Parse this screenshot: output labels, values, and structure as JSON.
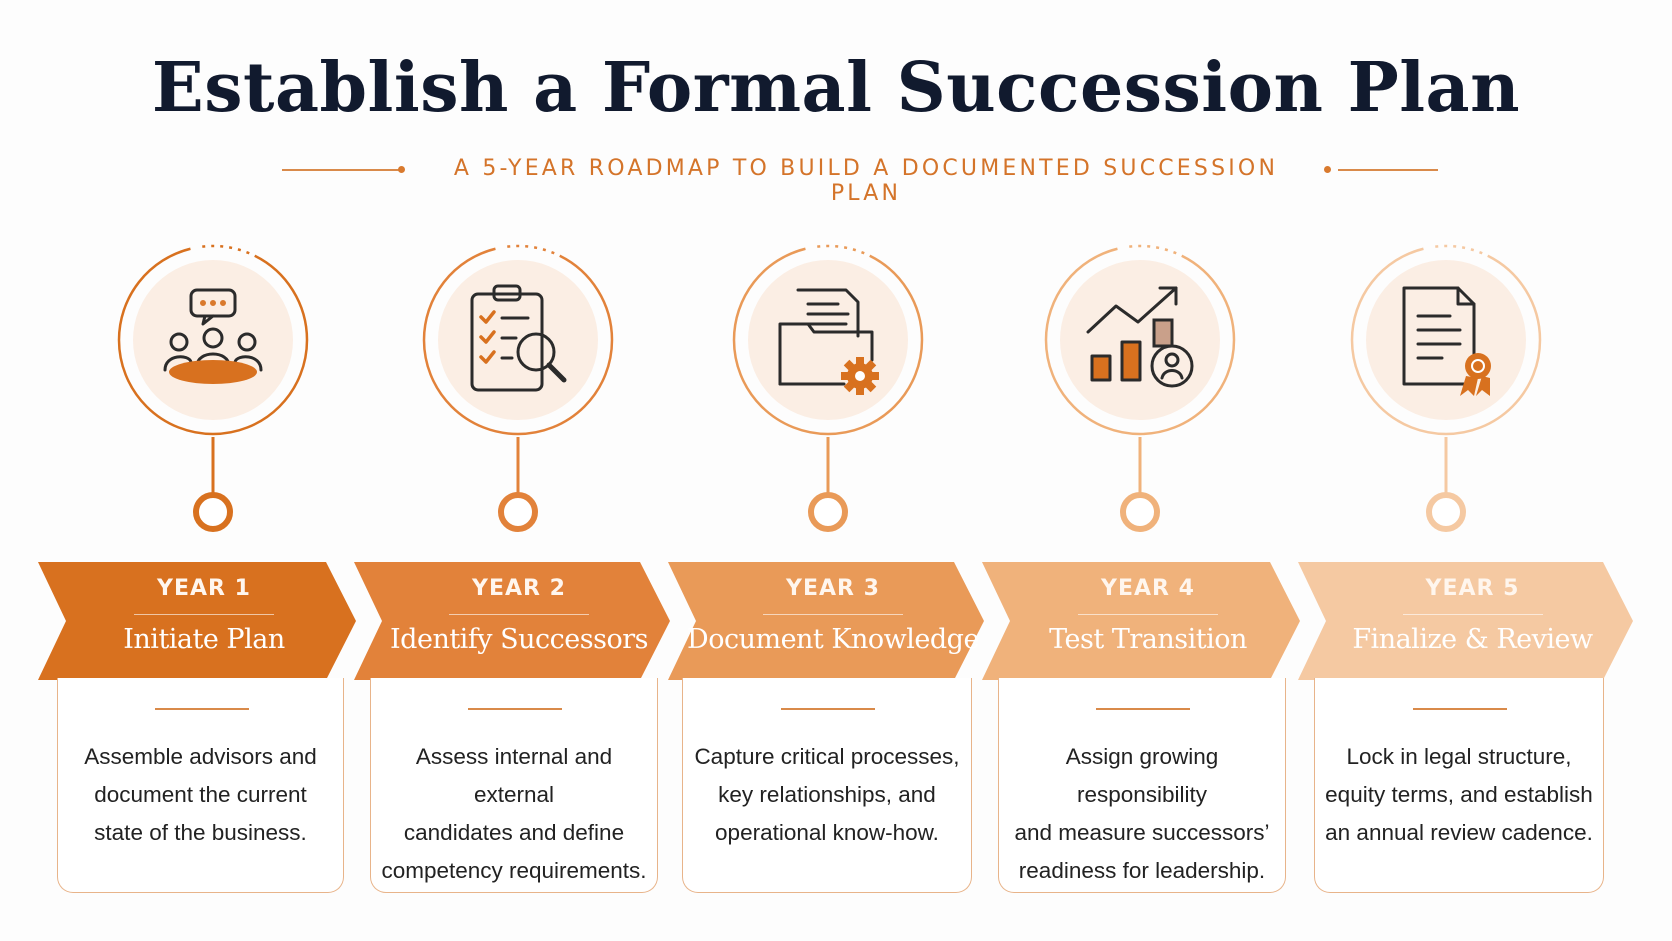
{
  "title": "Establish a Formal Succession Plan",
  "subtitle": "A 5-YEAR ROADMAP TO BUILD A DOCUMENTED SUCCESSION PLAN",
  "colors": {
    "accent": "#d4742a",
    "title": "#111a2e",
    "banner_shades": [
      "#d8711f",
      "#e2823a",
      "#e99a58",
      "#f0b27b",
      "#f5c9a2"
    ]
  },
  "steps": [
    {
      "year": "YEAR 1",
      "title": "Initiate Plan",
      "desc_lines": [
        "Assemble advisors and",
        "document the current",
        "state of the business."
      ],
      "icon": "meeting-table-icon"
    },
    {
      "year": "YEAR 2",
      "title": "Identify Successors",
      "desc_lines": [
        "Assess internal and external",
        "candidates and define",
        "competency requirements."
      ],
      "icon": "clipboard-search-icon"
    },
    {
      "year": "YEAR 3",
      "title": "Document Knowledge",
      "desc_lines": [
        "Capture critical processes,",
        "key relationships, and",
        "operational know-how."
      ],
      "icon": "folder-gear-icon"
    },
    {
      "year": "YEAR 4",
      "title": "Test Transition",
      "desc_lines": [
        "Assign growing responsibility",
        "and measure successors’",
        "readiness for leadership."
      ],
      "icon": "growth-chart-person-icon"
    },
    {
      "year": "YEAR 5",
      "title": "Finalize & Review",
      "desc_lines": [
        "Lock in legal structure,",
        "equity terms, and establish",
        "an annual review cadence."
      ],
      "icon": "certificate-document-icon"
    }
  ]
}
